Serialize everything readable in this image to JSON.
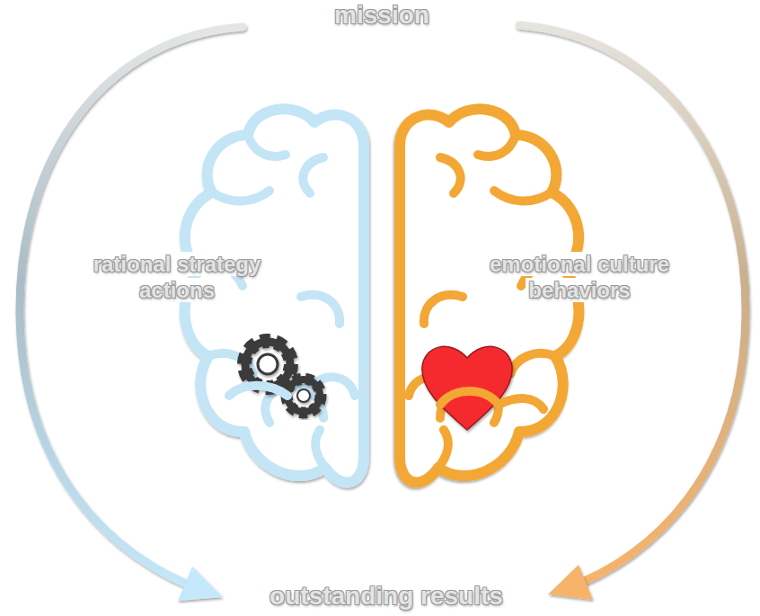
{
  "diagram": {
    "labels": [
      "mission",
      "rational strategy actions",
      "emotional culture behaviors",
      "outstanding results"
    ]
  }
}
